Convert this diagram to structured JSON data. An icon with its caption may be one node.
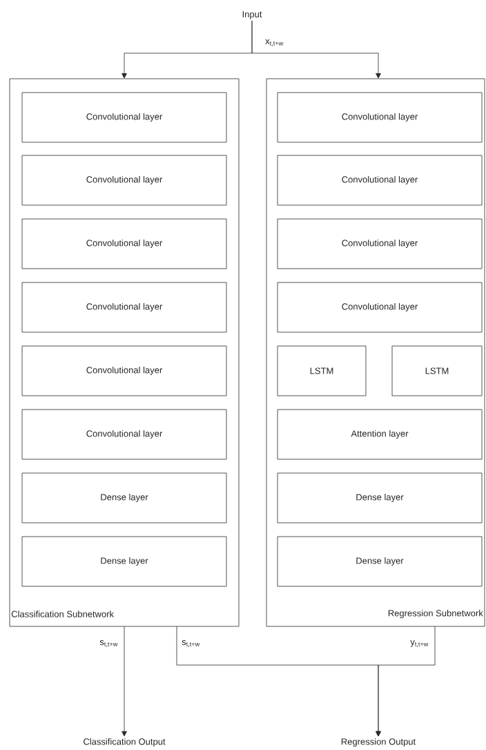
{
  "diagram": {
    "nodes": [
      {
        "text": [
          "Input"
        ]
      },
      {
        "text": [
          "Classification Subnetwork"
        ]
      },
      {
        "text": [
          "Convolutional layer"
        ],
        "in": 1
      },
      {
        "text": [
          "Convolutional layer"
        ],
        "in": 1
      },
      {
        "text": [
          "Convolutional layer"
        ],
        "in": 1
      },
      {
        "text": [
          "Convolutional layer"
        ],
        "in": 1
      },
      {
        "text": [
          "Convolutional layer"
        ],
        "in": 1
      },
      {
        "text": [
          "Convolutional layer"
        ],
        "in": 1
      },
      {
        "text": [
          "Dense layer"
        ],
        "in": 1
      },
      {
        "text": [
          "Dense layer"
        ],
        "in": 1
      },
      {
        "text": [
          "Regression Subnetwork"
        ]
      },
      {
        "text": [
          "Convolutional layer"
        ],
        "in": 10
      },
      {
        "text": [
          "Convolutional layer"
        ],
        "in": 10
      },
      {
        "text": [
          "Convolutional layer"
        ],
        "in": 10
      },
      {
        "text": [
          "Convolutional layer"
        ],
        "in": 10
      },
      {
        "text": [
          "LSTM"
        ],
        "in": 10
      },
      {
        "text": [
          "LSTM"
        ],
        "in": 10
      },
      {
        "text": [
          "Attention layer"
        ],
        "in": 10
      },
      {
        "text": [
          "Dense layer"
        ],
        "in": 10
      },
      {
        "text": [
          "Dense layer"
        ],
        "in": 10
      },
      {
        "text": [
          "Classification Output"
        ]
      },
      {
        "text": [
          "Regression Output"
        ]
      }
    ],
    "edges": [
      {
        "from": 0,
        "to": 1,
        "arrow": "to",
        "label": "x$_{t,t+w}$"
      },
      {
        "from": 0,
        "to": 10,
        "arrow": "to"
      },
      {
        "from": 1,
        "to": 20,
        "arrow": "to",
        "label": "s$_{t,t+w}$"
      },
      {
        "from": 1,
        "to": 21,
        "arrow": "to",
        "label": "s$_{t,t+w}$"
      },
      {
        "from": 10,
        "to": 21,
        "arrow": "to",
        "label": "y$_{t,t+w}$"
      }
    ]
  }
}
